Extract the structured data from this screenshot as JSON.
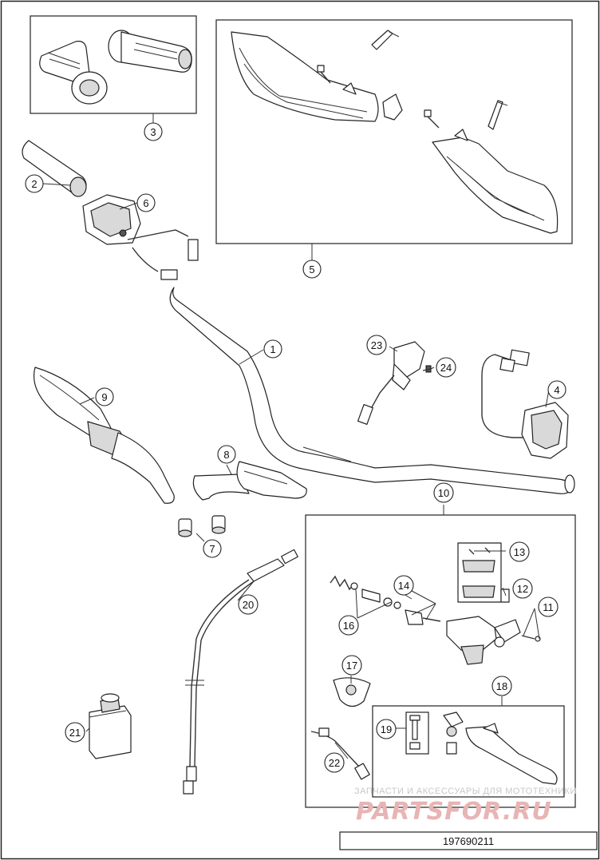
{
  "drawing": {
    "code": "197690211",
    "watermark_top": "ЗАПЧАСТИ И АКСЕССУАРЫ ДЛЯ МОТОТЕХНИКИ",
    "watermark_logo": "PARTSFOR.RU"
  },
  "callouts": [
    "1",
    "2",
    "3",
    "4",
    "5",
    "6",
    "7",
    "8",
    "9",
    "10",
    "11",
    "12",
    "13",
    "14",
    "16",
    "17",
    "18",
    "19",
    "20",
    "21",
    "22",
    "23",
    "24"
  ]
}
